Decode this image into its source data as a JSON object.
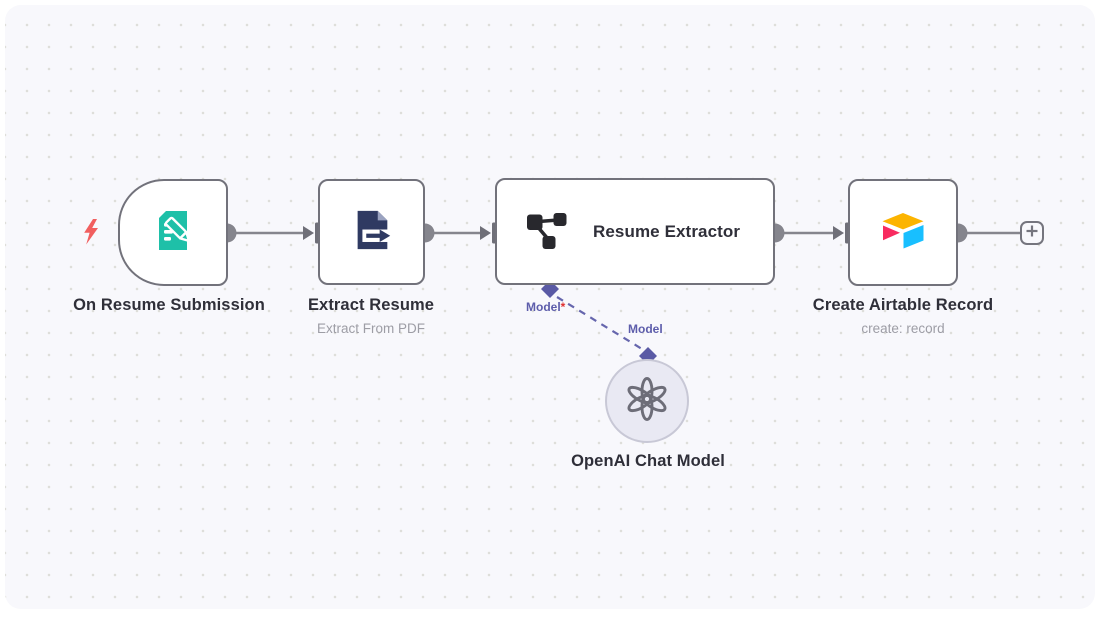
{
  "canvas": {
    "background": "#f8f8fc",
    "dot_color": "#dedee6",
    "node_border_color": "#72727b",
    "wire_color": "#85858d",
    "ai_wire_color": "#6666ad",
    "trigger_bolt_color": "#f15f5f"
  },
  "nodes": [
    {
      "id": "on-resume-submission",
      "label": "On Resume Submission",
      "icon": "form-document-pencil-icon",
      "icon_color": "#1ec0a8"
    },
    {
      "id": "extract-resume",
      "label": "Extract Resume",
      "subtitle": "Extract From PDF",
      "icon": "document-extract-arrow-icon",
      "icon_color": "#2f3a62"
    },
    {
      "id": "resume-extractor",
      "label": "Resume Extractor",
      "icon": "information-extractor-icon",
      "icon_color": "#28282d"
    },
    {
      "id": "create-airtable-record",
      "label": "Create Airtable Record",
      "subtitle": "create: record",
      "icon": "airtable-icon",
      "icon_colors": [
        "#fcb400",
        "#f82b60",
        "#18bfff"
      ]
    },
    {
      "id": "openai-chat-model",
      "label": "OpenAI Chat Model",
      "icon": "openai-icon",
      "icon_color": "#6d6d78"
    }
  ],
  "connections": {
    "model_port_label": "Model",
    "required_marker": "*",
    "model_link_label": "Model"
  }
}
